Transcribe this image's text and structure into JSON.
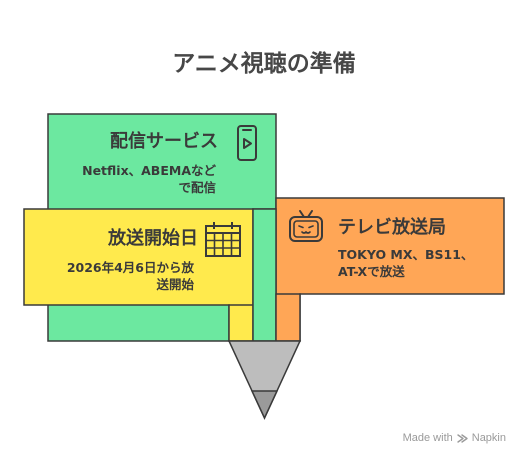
{
  "title": "アニメ視聴の準備",
  "cards": {
    "streaming": {
      "title": "配信サービス",
      "desc_line1": "Netflix、ABEMAなど",
      "desc_line2": "で配信",
      "icon": "smartphone-play-icon",
      "color": "#66e39a"
    },
    "broadcast_start": {
      "title": "放送開始日",
      "desc_line1": "2026年4月6日から放",
      "desc_line2": "送開始",
      "icon": "calendar-icon",
      "color": "#ffe94a"
    },
    "tv_station": {
      "title": "テレビ放送局",
      "desc_line1": "TOKYO MX、BS11、",
      "desc_line2": "AT-Xで放送",
      "icon": "tv-icon",
      "color": "#ffa24f"
    }
  },
  "watermark": {
    "prefix": "Made with",
    "brand": "Napkin",
    "icon": "napkin-logo-icon"
  }
}
